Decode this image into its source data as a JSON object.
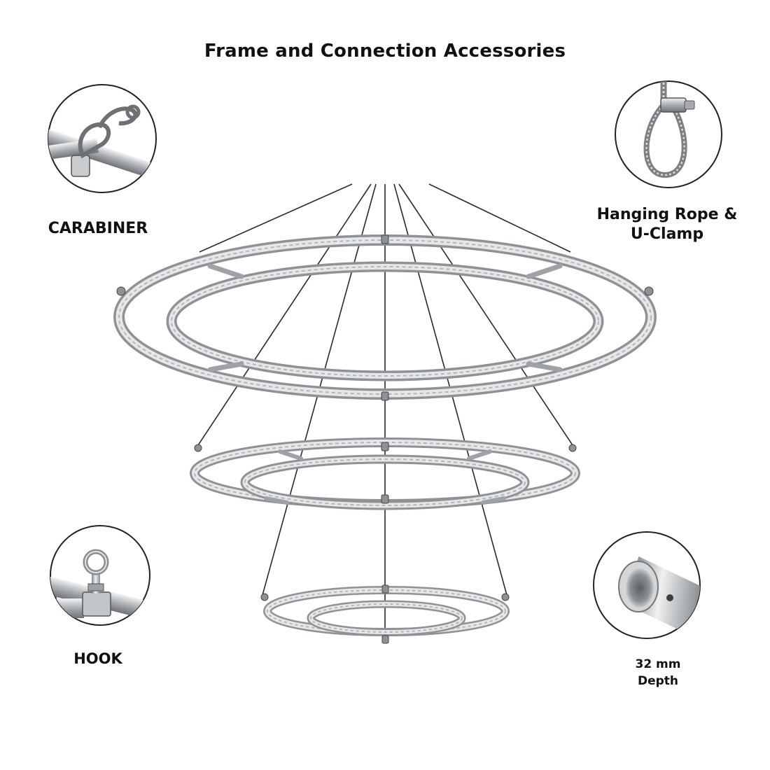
{
  "title": "Frame and Connection Accessories",
  "accessories": {
    "carabiner": {
      "label": "CARABINER",
      "icon": "carabiner-icon"
    },
    "hanging_rope": {
      "label_line1": "Hanging Rope &",
      "label_line2": "U-Clamp",
      "icon": "rope-loop-icon"
    },
    "hook": {
      "label": "HOOK",
      "icon": "eye-hook-icon"
    },
    "tube": {
      "label_line1": "32 mm",
      "label_line2": "Depth",
      "icon": "tube-end-icon"
    }
  },
  "colors": {
    "frame": "#9a9a9a",
    "frame_light": "#d9d9d9",
    "line": "#222222",
    "metal": "#b8bcc0"
  }
}
